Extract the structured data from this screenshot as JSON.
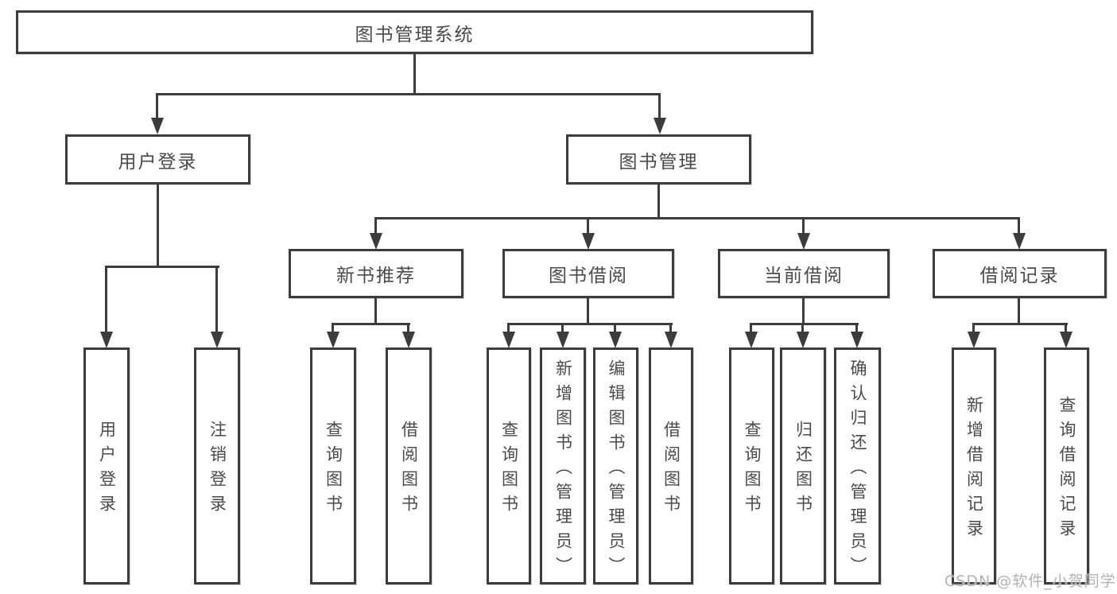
{
  "diagram": {
    "title": "图书管理系统",
    "tree": {
      "root": {
        "label": "图书管理系统",
        "children": [
          {
            "label": "用户登录",
            "children": [
              {
                "label": "用户登录"
              },
              {
                "label": "注销登录"
              }
            ]
          },
          {
            "label": "图书管理",
            "children": [
              {
                "label": "新书推荐",
                "children": [
                  {
                    "label": "查询图书"
                  },
                  {
                    "label": "借阅图书"
                  }
                ]
              },
              {
                "label": "图书借阅",
                "children": [
                  {
                    "label": "查询图书"
                  },
                  {
                    "label": "新增图书（管理员）"
                  },
                  {
                    "label": "编辑图书（管理员）"
                  },
                  {
                    "label": "借阅图书"
                  }
                ]
              },
              {
                "label": "当前借阅",
                "children": [
                  {
                    "label": "查询图书"
                  },
                  {
                    "label": "归还图书"
                  },
                  {
                    "label": "确认归还（管理员）"
                  }
                ]
              },
              {
                "label": "借阅记录",
                "children": [
                  {
                    "label": "新增借阅记录"
                  },
                  {
                    "label": "查询借阅记录"
                  }
                ]
              }
            ]
          }
        ]
      }
    },
    "watermark": "CSDN @软件_小贺同学",
    "colors": {
      "line": "#3c3c3c",
      "text": "#4a4a4a",
      "watermark": "#b2b2b2",
      "background": "#ffffff"
    }
  }
}
